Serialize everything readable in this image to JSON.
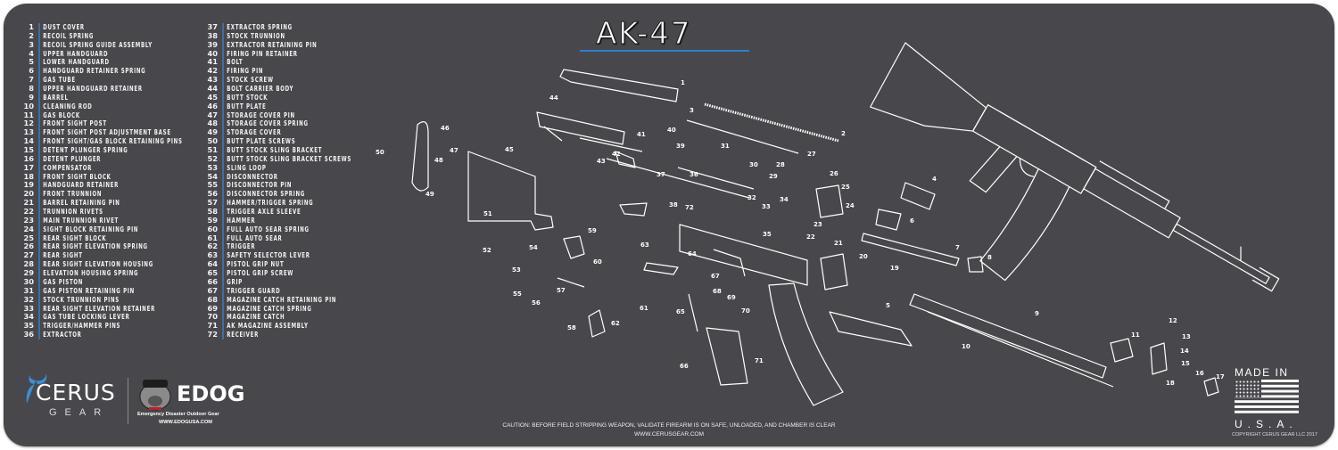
{
  "title": "AK-47",
  "colors": {
    "mat": "#48474c",
    "accent": "#2f7fd1",
    "line": "#ffffff"
  },
  "parts": [
    "DUST COVER",
    "RECOIL SPRING",
    "RECOIL SPRING GUIDE ASSEMBLY",
    "UPPER HANDGUARD",
    "LOWER HANDGUARD",
    "HANDGUARD RETAINER SPRING",
    "GAS TUBE",
    "UPPER HANDGUARD RETAINER",
    "BARREL",
    "CLEANING ROD",
    "GAS BLOCK",
    "FRONT SIGHT POST",
    "FRONT SIGHT POST ADJUSTMENT BASE",
    "FRONT SIGHT/GAS BLOCK RETAINING PINS",
    "DETENT PLUNGER SPRING",
    "DETENT PLUNGER",
    "COMPENSATOR",
    "FRONT SIGHT BLOCK",
    "HANDGUARD RETAINER",
    "FRONT TRUNNION",
    "BARREL RETAINING PIN",
    "TRUNNION RIVETS",
    "MAIN TRUNNION RIVET",
    "SIGHT BLOCK RETAINING PIN",
    "REAR SIGHT BLOCK",
    "REAR SIGHT ELEVATION SPRING",
    "REAR SIGHT",
    "REAR SIGHT ELEVATION HOUSING",
    "ELEVATION HOUSING SPRING",
    "GAS PISTON",
    "GAS PISTON RETAINING PIN",
    "STOCK TRUNNION PINS",
    "REAR SIGHT ELEVATION RETAINER",
    "GAS TUBE LOCKING LEVER",
    "TRIGGER/HAMMER PINS",
    "EXTRACTOR",
    "EXTRACTOR SPRING",
    "STOCK TRUNNION",
    "EXTRACTOR RETAINING PIN",
    "FIRING PIN RETAINER",
    "BOLT",
    "FIRING PIN",
    "STOCK SCREW",
    "BOLT CARRIER BODY",
    "BUTT STOCK",
    "BUTT PLATE",
    "STORAGE COVER PIN",
    "STORAGE COVER SPRING",
    "STORAGE COVER",
    "BUTT PLATE SCREWS",
    "BUTT STOCK SLING BRACKET",
    "BUTT STOCK SLING BRACKET SCREWS",
    "SLING LOOP",
    "DISCONNECTOR",
    "DISCONNECTOR PIN",
    "DISCONNECTOR SPRING",
    "HAMMER/TRIGGER SPRING",
    "TRIGGER AXLE SLEEVE",
    "HAMMER",
    "FULL AUTO SEAR SPRING",
    "FULL AUTO SEAR",
    "TRIGGER",
    "SAFETY SELECTOR LEVER",
    "PISTOL GRIP NUT",
    "PISTOL GRIP SCREW",
    "GRIP",
    "TRIGGER GUARD",
    "MAGAZINE CATCH RETAINING PIN",
    "MAGAZINE CATCH SPRING",
    "MAGAZINE CATCH",
    "AK MAGAZINE ASSEMBLY",
    "RECEIVER"
  ],
  "caution": "CAUTION: BEFORE FIELD STRIPPING WEAPON, VALIDATE FIREARM IS ON SAFE, UNLOADED, AND CHAMBER IS CLEAR",
  "website": "WWW.CERUSGEAR.COM",
  "brand": {
    "cerus": "CERUS",
    "gear": "GEAR",
    "edog": "EDOG",
    "edog_sub": "Emergency Disaster Outdoor Gear",
    "edog_url": "WWW.EDOGUSA.COM"
  },
  "made_in": "MADE IN",
  "usa": "U.S.A.",
  "copyright": "COPYRIGHT CERUS GEAR LLC 2017"
}
